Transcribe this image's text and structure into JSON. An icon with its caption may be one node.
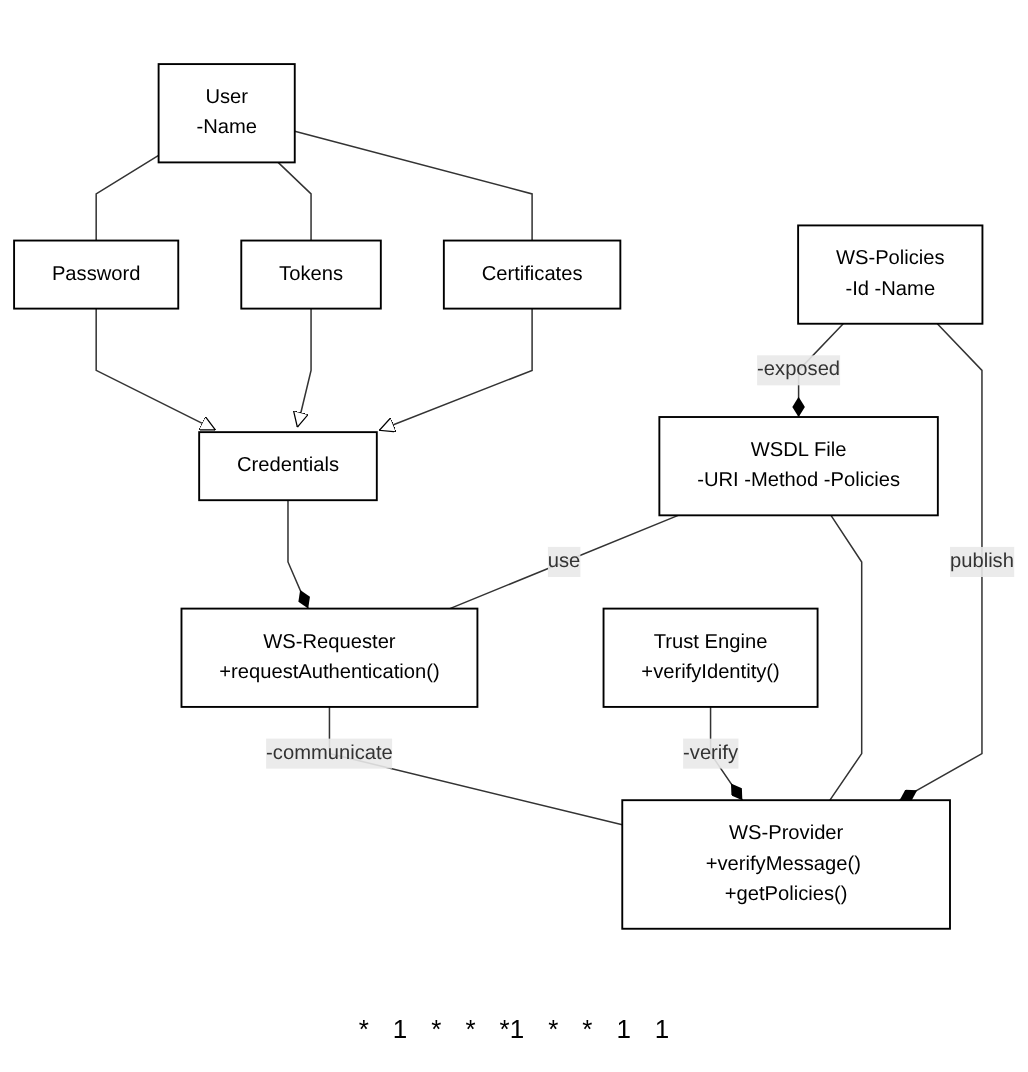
{
  "diagram": {
    "nodes": [
      {
        "text": [
          "Password"
        ]
      },
      {
        "text": [
          "User",
          "-Name"
        ]
      },
      {
        "text": [
          "Tokens"
        ]
      },
      {
        "text": [
          "Credentials"
        ]
      },
      {
        "text": [
          "Certificates"
        ]
      },
      {
        "text": [
          "WSDL File",
          "-URI -Method -Policies"
        ]
      },
      {
        "text": [
          "WS-Requester",
          "+requestAuthentication()"
        ]
      },
      {
        "text": [
          "Trust Engine",
          "+verifyIdentity()"
        ]
      },
      {
        "text": [
          "WS-Policies",
          "-Id -Name"
        ]
      },
      {
        "text": [
          "WS-Provider",
          "+verifyMessage() +getPolicies()"
        ]
      }
    ],
    "edges": [
      {
        "from": 1,
        "to": 0,
        "arrow": "none"
      },
      {
        "from": 1,
        "to": 2,
        "arrow": "none"
      },
      {
        "from": 1,
        "to": 4,
        "arrow": "none"
      },
      {
        "from": 0,
        "to": 3,
        "arrow": "to"
      },
      {
        "from": 2,
        "to": 3,
        "arrow": "to"
      },
      {
        "from": 4,
        "to": 3,
        "arrow": "to"
      },
      {
        "from": 3,
        "to": 6,
        "arrow": "other"
      },
      {
        "from": 5,
        "to": 6,
        "arrow": "none",
        "label": "use"
      },
      {
        "from": 5,
        "to": 9,
        "arrow": "none"
      },
      {
        "from": 8,
        "to": 5,
        "arrow": "other",
        "label": "-exposed"
      },
      {
        "from": 6,
        "to": 9,
        "arrow": "none",
        "label": "-communicate"
      },
      {
        "from": 7,
        "to": 9,
        "arrow": "other",
        "label": "-verify"
      },
      {
        "from": 8,
        "to": 9,
        "arrow": "other",
        "label": "publish"
      }
    ],
    "labels": [
      "*",
      "1",
      "*",
      "*",
      "*1",
      "*",
      "*",
      "1",
      "1"
    ]
  }
}
